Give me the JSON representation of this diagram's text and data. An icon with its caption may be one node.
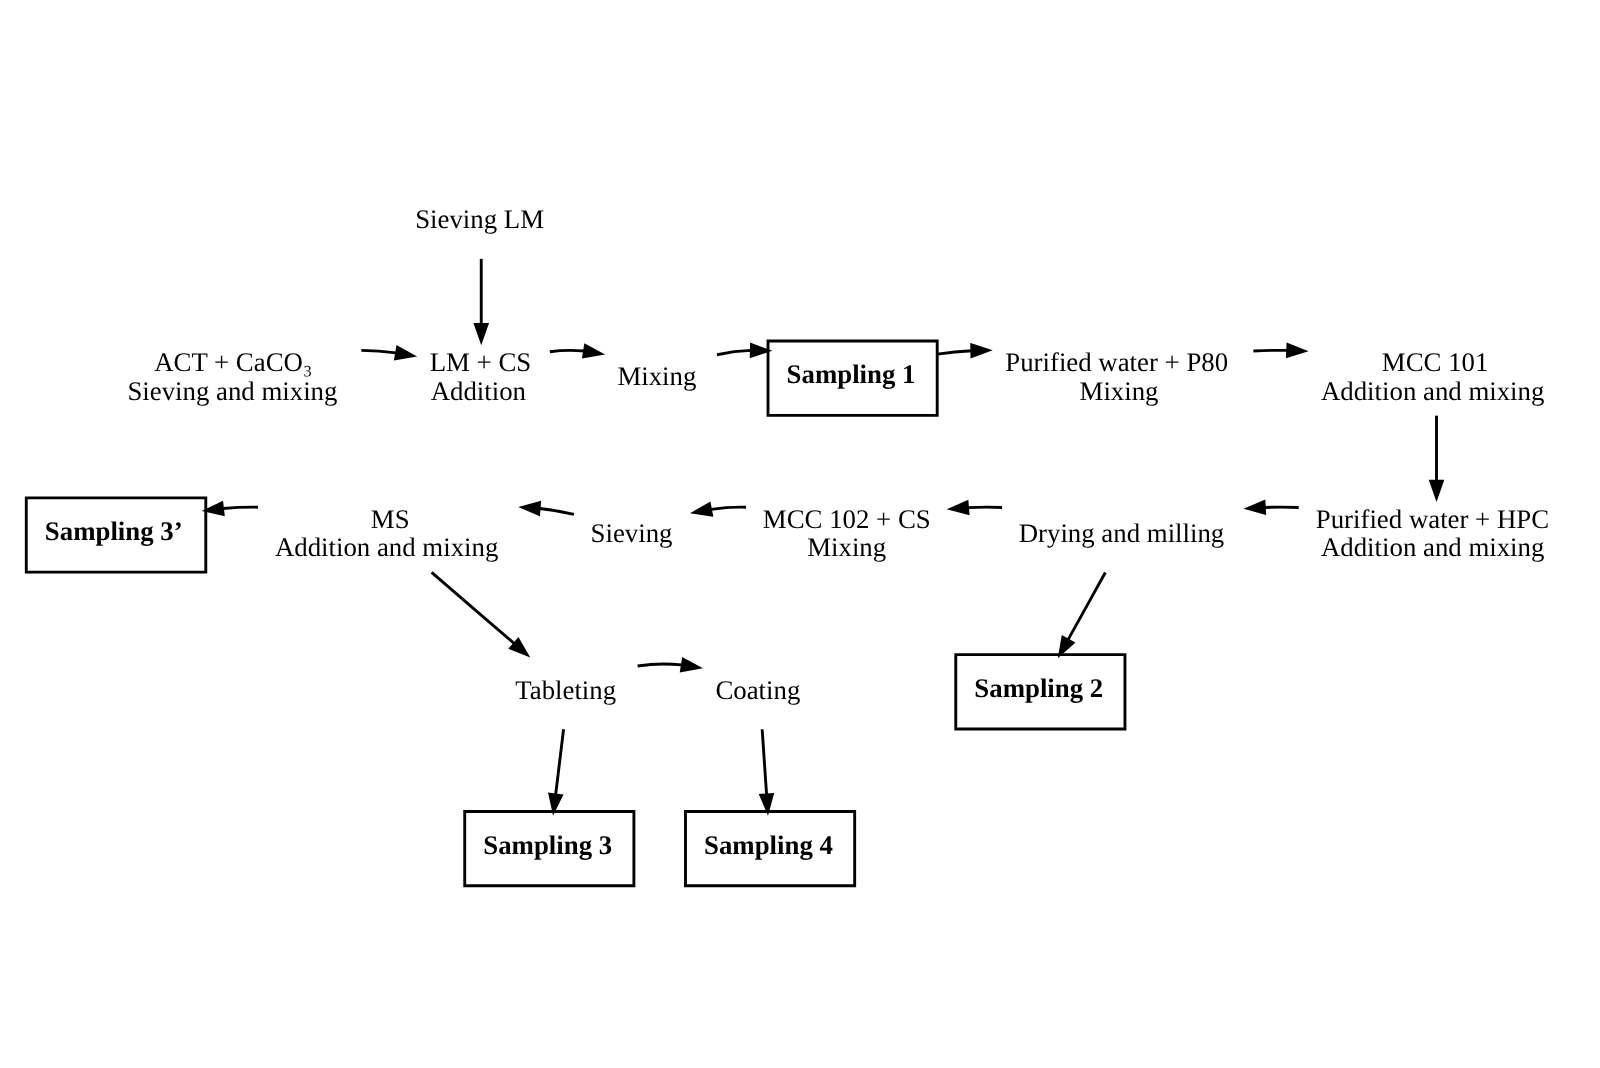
{
  "diagram": {
    "nodes": [
      {
        "text": [
          "Sieving LM"
        ]
      },
      {
        "text": [
          "ACT + CaCO₃",
          "Sieving and mixing"
        ]
      },
      {
        "text": [
          "LM + CS",
          "Addition"
        ]
      },
      {
        "text": [
          "Mixing"
        ]
      },
      {
        "text": [
          "Sampling 1"
        ]
      },
      {
        "text": [
          "Purified water + P80",
          "Mixing"
        ]
      },
      {
        "text": [
          "MCC 101",
          "Addition and mixing"
        ]
      },
      {
        "text": [
          "Purified water + HPC",
          "Addition and mixing"
        ]
      },
      {
        "text": [
          "Drying and milling"
        ]
      },
      {
        "text": [
          "Sampling 2"
        ]
      },
      {
        "text": [
          "MCC 102 + CS",
          "Mixing"
        ]
      },
      {
        "text": [
          "Sieving"
        ]
      },
      {
        "text": [
          "MS",
          "Addition and mixing"
        ]
      },
      {
        "text": [
          "Sampling 3’"
        ]
      },
      {
        "text": [
          "Tableting"
        ]
      },
      {
        "text": [
          "Coating"
        ]
      },
      {
        "text": [
          "Sampling 3"
        ]
      },
      {
        "text": [
          "Sampling 4"
        ]
      }
    ],
    "edges": [
      {
        "from": 0,
        "to": 2,
        "arrow": "to"
      },
      {
        "from": 1,
        "to": 2,
        "arrow": "to"
      },
      {
        "from": 2,
        "to": 3,
        "arrow": "to"
      },
      {
        "from": 3,
        "to": 4,
        "arrow": "to"
      },
      {
        "from": 4,
        "to": 5,
        "arrow": "to"
      },
      {
        "from": 5,
        "to": 6,
        "arrow": "to"
      },
      {
        "from": 6,
        "to": 7,
        "arrow": "to"
      },
      {
        "from": 7,
        "to": 8,
        "arrow": "to"
      },
      {
        "from": 8,
        "to": 9,
        "arrow": "to"
      },
      {
        "from": 8,
        "to": 10,
        "arrow": "to"
      },
      {
        "from": 10,
        "to": 11,
        "arrow": "to"
      },
      {
        "from": 11,
        "to": 12,
        "arrow": "to"
      },
      {
        "from": 12,
        "to": 13,
        "arrow": "to"
      },
      {
        "from": 12,
        "to": 14,
        "arrow": "to"
      },
      {
        "from": 14,
        "to": 15,
        "arrow": "to"
      },
      {
        "from": 14,
        "to": 16,
        "arrow": "to"
      },
      {
        "from": 15,
        "to": 17,
        "arrow": "to"
      }
    ]
  }
}
